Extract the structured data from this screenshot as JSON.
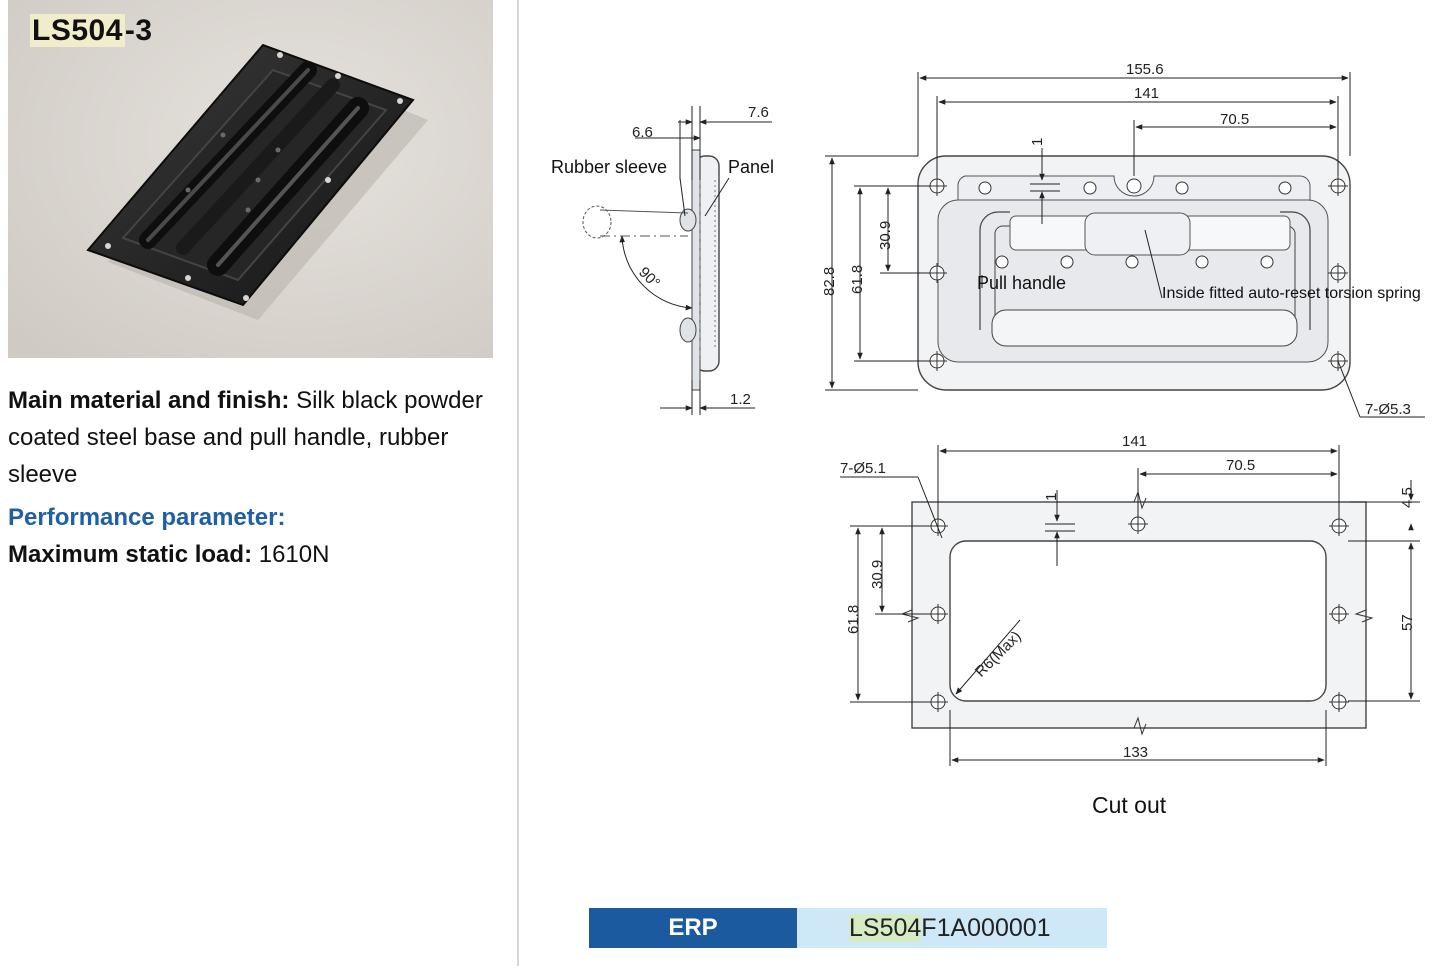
{
  "product": {
    "model": "LS504-3",
    "model_highlight": "LS504",
    "model_suffix": "-3",
    "material_label": "Main material and finish:",
    "material_text": "Silk black powder coated steel base and pull handle, rubber sleeve",
    "performance_title": "Performance parameter:",
    "load_label": "Maximum static load:",
    "load_value": "1610N"
  },
  "side_view": {
    "dim_top": "7.6",
    "dim_mid": "6.6",
    "dim_bottom": "1.2",
    "angle": "90°",
    "rubber_sleeve_label": "Rubber sleeve",
    "panel_label": "Panel"
  },
  "front_view": {
    "overall_width": "155.6",
    "hole_span": "141",
    "half_span": "70.5",
    "offset": "1",
    "overall_height": "82.8",
    "hole_height": "61.8",
    "half_height": "30.9",
    "pull_handle_label": "Pull handle",
    "spring_label": "Inside fitted auto-reset torsion spring",
    "hole_callout": "7-Ø5.3"
  },
  "cutout_view": {
    "hole_span": "141",
    "half_span": "70.5",
    "hole_callout": "7-Ø5.1",
    "offset": "1",
    "top_margin": "4.5",
    "hole_height": "61.8",
    "half_height": "30.9",
    "opening_height": "57",
    "opening_width": "133",
    "radius": "R6(Max)",
    "caption": "Cut out"
  },
  "erp": {
    "label": "ERP",
    "code_highlight": "LS504",
    "code_rest": "F1A000001"
  },
  "colors": {
    "accent_blue": "#1c5aa0",
    "erp_value_bg": "#cfe8f7",
    "heading_blue": "#1f5fa5",
    "photo_bg": "#dcd8d3"
  }
}
